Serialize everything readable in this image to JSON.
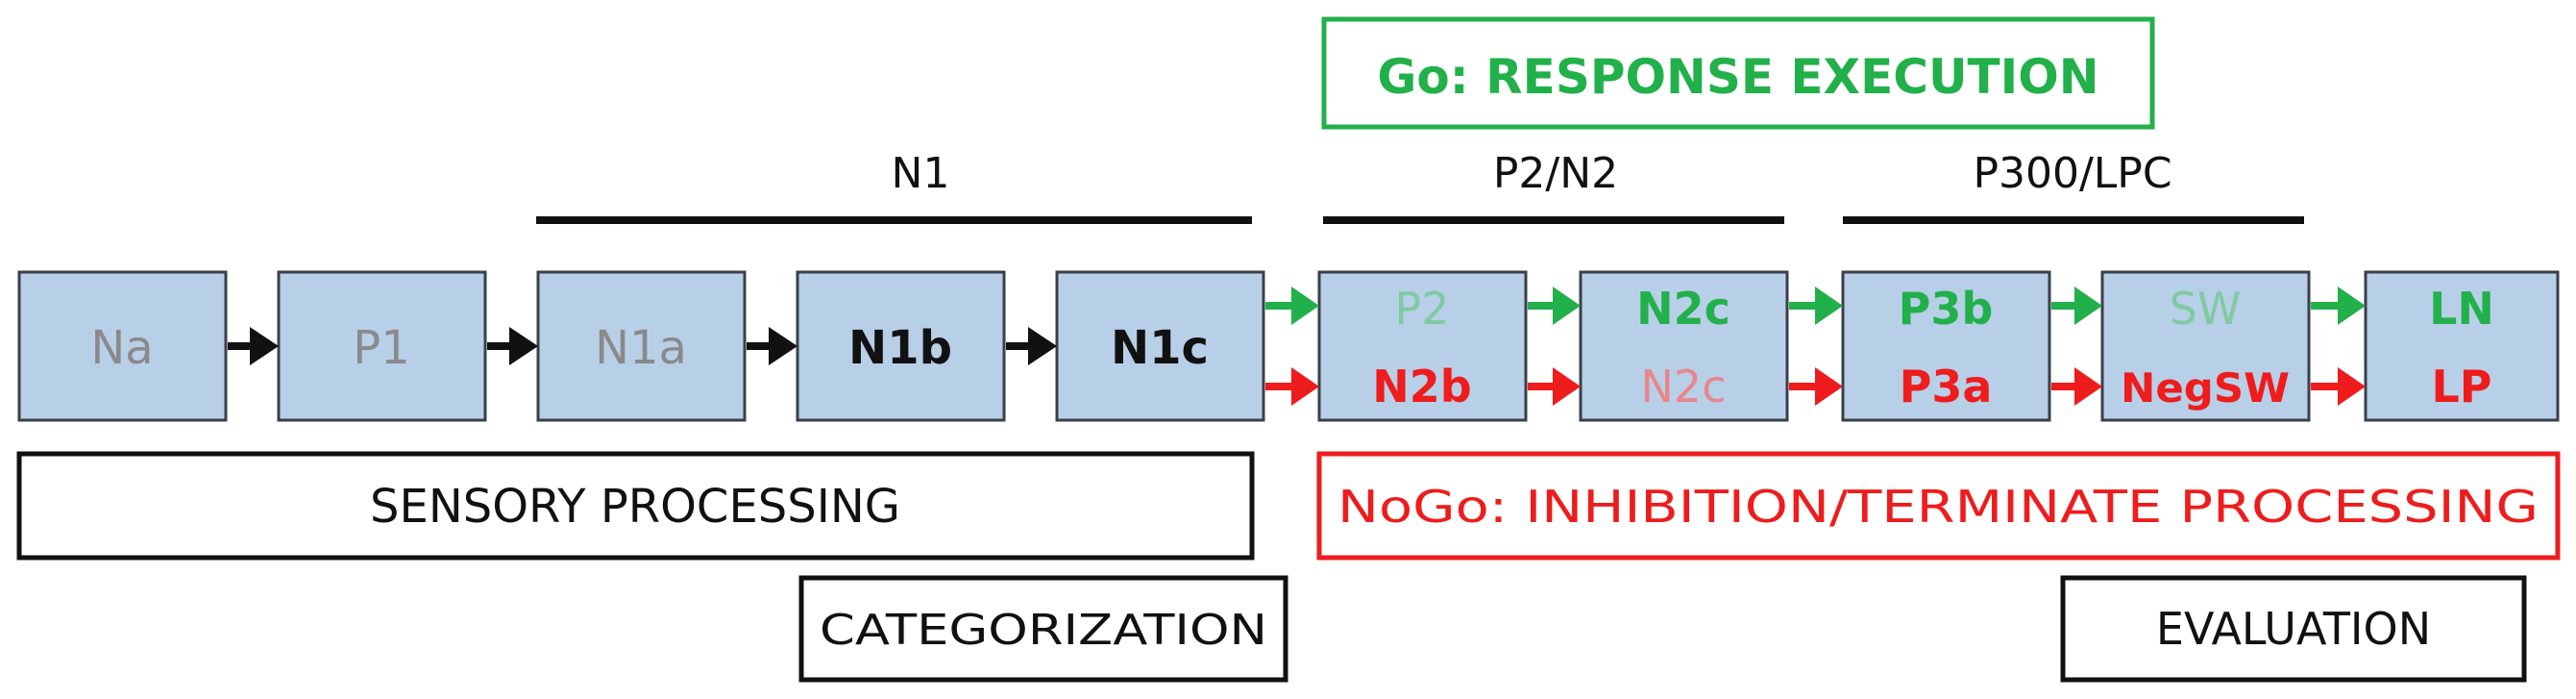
{
  "colors": {
    "box_fill": "#b8cfe8",
    "box_stroke": "#3a3f4a",
    "black": "#111111",
    "gray": "#8a8a8a",
    "green": "#22b04a",
    "light_green": "#7fcaa2",
    "red": "#ee1c1c",
    "light_red": "#e8868a"
  },
  "go_label": "Go: RESPONSE EXECUTION",
  "nogo_label": "NoGo: INHIBITION/TERMINATE PROCESSING",
  "sensory_label": "SENSORY PROCESSING",
  "categorization_label": "CATEGORIZATION",
  "evaluation_label": "EVALUATION",
  "brackets": {
    "n1": "N1",
    "p2n2": "P2/N2",
    "p300": "P300/LPC"
  },
  "components": {
    "na": "Na",
    "p1": "P1",
    "n1a": "N1a",
    "n1b": "N1b",
    "n1c": "N1c",
    "p2": "P2",
    "n2b": "N2b",
    "n2c_go": "N2c",
    "n2c_nogo": "N2c",
    "p3b": "P3b",
    "p3a": "P3a",
    "sw": "SW",
    "negsw": "NegSW",
    "ln": "LN",
    "lp": "LP"
  }
}
